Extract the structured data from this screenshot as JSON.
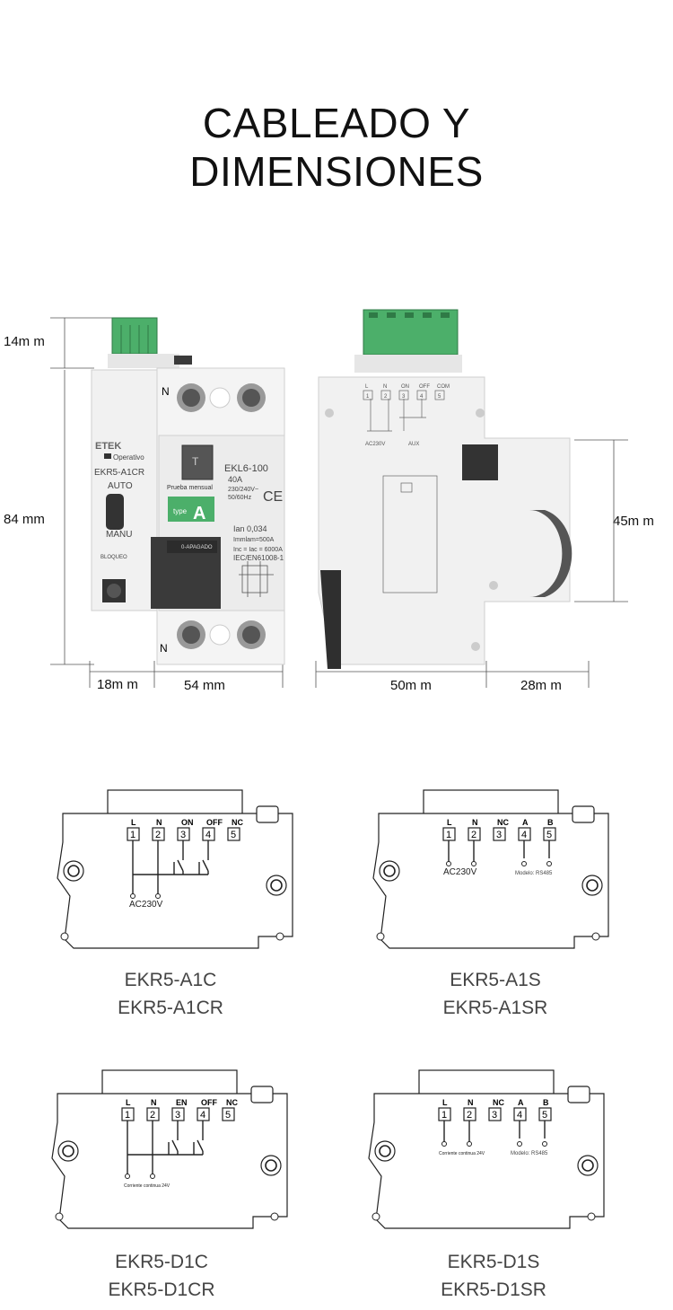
{
  "title": {
    "line1": "CABLEADO Y",
    "line2": "DIMENSIONES"
  },
  "dimensions": {
    "top_height": "14m m",
    "total_height": "84 mm",
    "side_height": "45m m",
    "left_width": "18m m",
    "front_width": "54 mm",
    "side_width": "50m m",
    "side_extra_width": "28m m"
  },
  "front_device": {
    "brand": "ETEK",
    "indicator_label": "Operativo",
    "model": "EKR5-A1CR",
    "mode_auto": "AUTO",
    "mode_manu": "MANU",
    "lock_label": "BLOQUEO",
    "test_button_label": "T",
    "test_label": "Prueba mensual",
    "type_label": "A",
    "type_small": "type",
    "off_label": "0-APAGADO",
    "rcbo_model": "EKL6-100",
    "rcbo_current": "40A",
    "rcbo_voltage": "230/240V~",
    "rcbo_freq": "50/60Hz",
    "ce_mark": "CE",
    "rcbo_ian": "Ian 0,034",
    "rcbo_immlam": "Immlam=500A",
    "rcbo_inc": "Inc = Iac = 6000A",
    "rcbo_standard": "IEC/EN61008-1",
    "neutral_top": "N",
    "neutral_bottom": "N"
  },
  "side_device": {
    "terminals": [
      "L",
      "N",
      "ON",
      "OFF",
      "COM"
    ],
    "numbers": [
      "1",
      "2",
      "3",
      "4",
      "5"
    ],
    "supply_label": "AC230V",
    "aux_label": "AUX"
  },
  "diagrams": [
    {
      "terminals": [
        "L",
        "N",
        "ON",
        "OFF",
        "NC"
      ],
      "numbers": [
        "1",
        "2",
        "3",
        "4",
        "5"
      ],
      "supply": "AC230V",
      "caption1": "EKR5-A1C",
      "caption2": "EKR5-A1CR"
    },
    {
      "terminals": [
        "L",
        "N",
        "NC",
        "A",
        "B"
      ],
      "numbers": [
        "1",
        "2",
        "3",
        "4",
        "5"
      ],
      "supply": "AC230V",
      "model_note": "Modelo: RS485",
      "caption1": "EKR5-A1S",
      "caption2": "EKR5-A1SR"
    },
    {
      "terminals": [
        "L",
        "N",
        "EN",
        "OFF",
        "NC"
      ],
      "numbers": [
        "1",
        "2",
        "3",
        "4",
        "5"
      ],
      "supply": "Corriente continua 24V",
      "caption1": "EKR5-D1C",
      "caption2": "EKR5-D1CR"
    },
    {
      "terminals": [
        "L",
        "N",
        "NC",
        "A",
        "B"
      ],
      "numbers": [
        "1",
        "2",
        "3",
        "4",
        "5"
      ],
      "supply": "Corriente continua 24V",
      "model_note": "Modelo: RS485",
      "caption1": "EKR5-D1S",
      "caption2": "EKR5-D1SR"
    }
  ],
  "colors": {
    "terminal_green": "#4caf6a",
    "body": "#f1f1f1",
    "dark": "#3a3a3a"
  }
}
